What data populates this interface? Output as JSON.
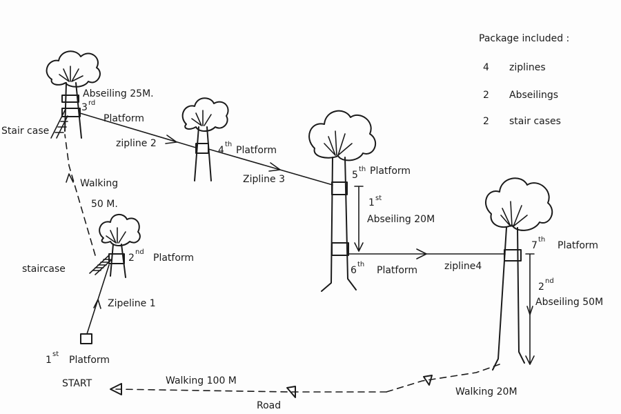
{
  "legend": {
    "title": "Package included :",
    "items": [
      {
        "count": "4",
        "text": "ziplines"
      },
      {
        "count": "2",
        "text": "Abseilings"
      },
      {
        "count": "2",
        "text": "stair cases"
      }
    ]
  },
  "platforms": {
    "p1": {
      "num": "1",
      "sup": "st",
      "word": "Platform"
    },
    "p2": {
      "num": "2",
      "sup": "nd",
      "word": "Platform"
    },
    "p3": {
      "num": "3",
      "sup": "rd",
      "word": "Platform"
    },
    "p4": {
      "num": "4",
      "sup": "th",
      "word": "Platform"
    },
    "p5": {
      "num": "5",
      "sup": "th",
      "word": "Platform"
    },
    "p6": {
      "num": "6",
      "sup": "th",
      "word": "Platform"
    },
    "p7": {
      "num": "7",
      "sup": "th",
      "word": "Platform"
    }
  },
  "ziplines": {
    "z1": "Zipeline 1",
    "z2": "zipline 2",
    "z3": "Zipline 3",
    "z4": "zipline4"
  },
  "abseiling": {
    "a25": "Abseiling 25M.",
    "a1_num": "1",
    "a1_sup": "st",
    "a1_text": "Abseiling 20M",
    "a2_num": "2",
    "a2_sup": "nd",
    "a2_text": "Abseiling 50M"
  },
  "staircases": {
    "s1": "staircase",
    "s2": "Stair case"
  },
  "walking": {
    "w50_a": "Walking",
    "w50_b": "50 M.",
    "w100": "Walking 100 M",
    "w20": "Walking 20M"
  },
  "misc": {
    "start": "START",
    "road": "Road"
  }
}
